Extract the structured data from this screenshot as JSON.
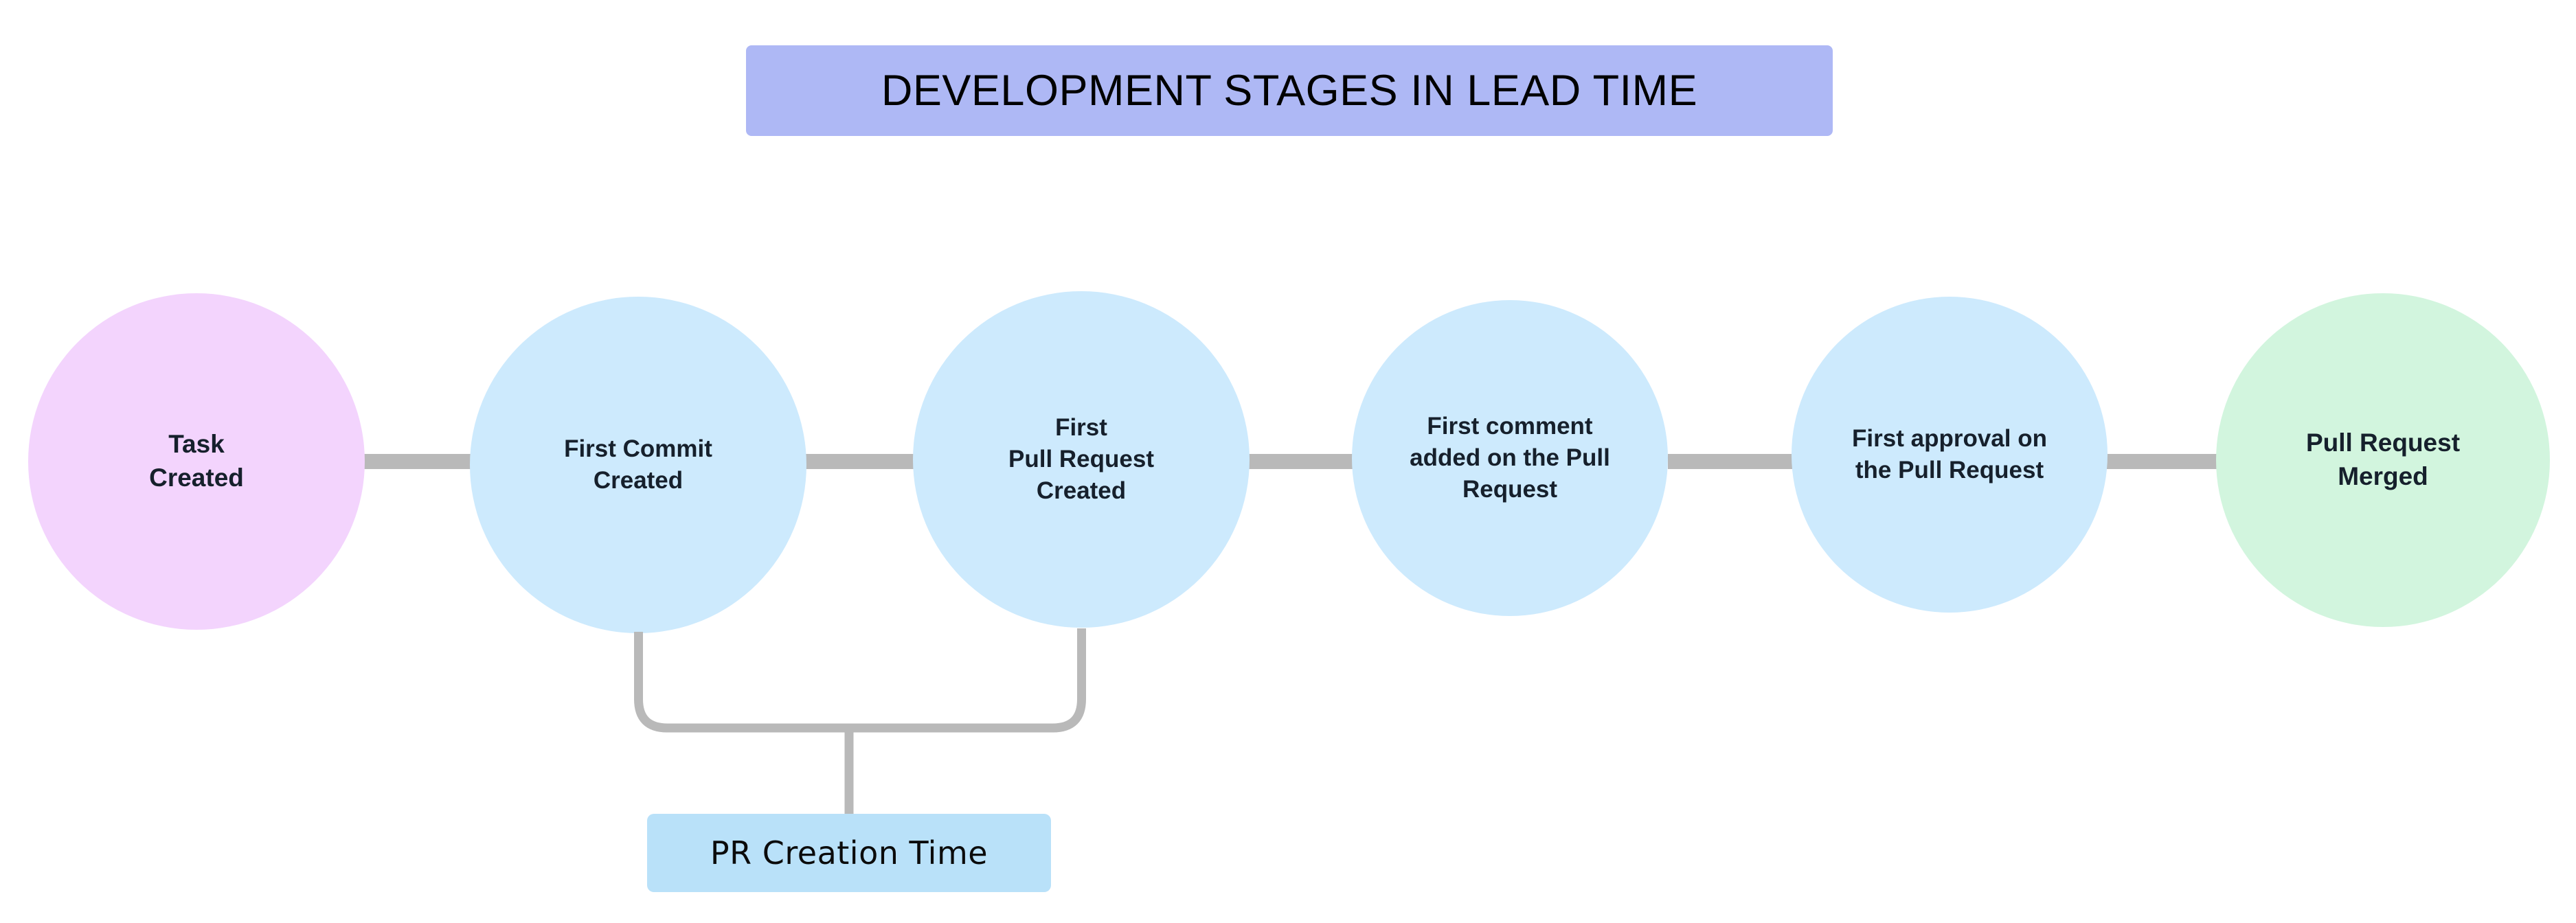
{
  "diagram": {
    "title": "DEVELOPMENT STAGES IN LEAD TIME",
    "background_color": "#ffffff",
    "title_banner_color": "#aeb8f5",
    "connector_color": "#b9b9b9",
    "stages": [
      {
        "id": "task-created",
        "label": "Task\nCreated",
        "color": "#f3d4fd",
        "text_color": "#16202c"
      },
      {
        "id": "first-commit-created",
        "label": "First Commit\nCreated",
        "color": "#cdeafd",
        "text_color": "#16202c"
      },
      {
        "id": "first-pull-request-created",
        "label": "First\nPull Request\nCreated",
        "color": "#cdeafd",
        "text_color": "#16202c"
      },
      {
        "id": "first-comment-added",
        "label": "First comment\nadded on the Pull\nRequest",
        "color": "#cdeafd",
        "text_color": "#16202c"
      },
      {
        "id": "first-approval",
        "label": "First approval on\nthe Pull Request",
        "color": "#cdeafd",
        "text_color": "#16202c"
      },
      {
        "id": "pull-request-merged",
        "label": "Pull Request\nMerged",
        "color": "#d2f5de",
        "text_color": "#16202c"
      }
    ],
    "annotation": {
      "id": "pr-creation-time",
      "label": "PR Creation Time",
      "box_color": "#b9e1f9",
      "text_color": "#0b0b0b",
      "spans_from": "first-commit-created",
      "spans_to": "first-pull-request-created"
    }
  }
}
